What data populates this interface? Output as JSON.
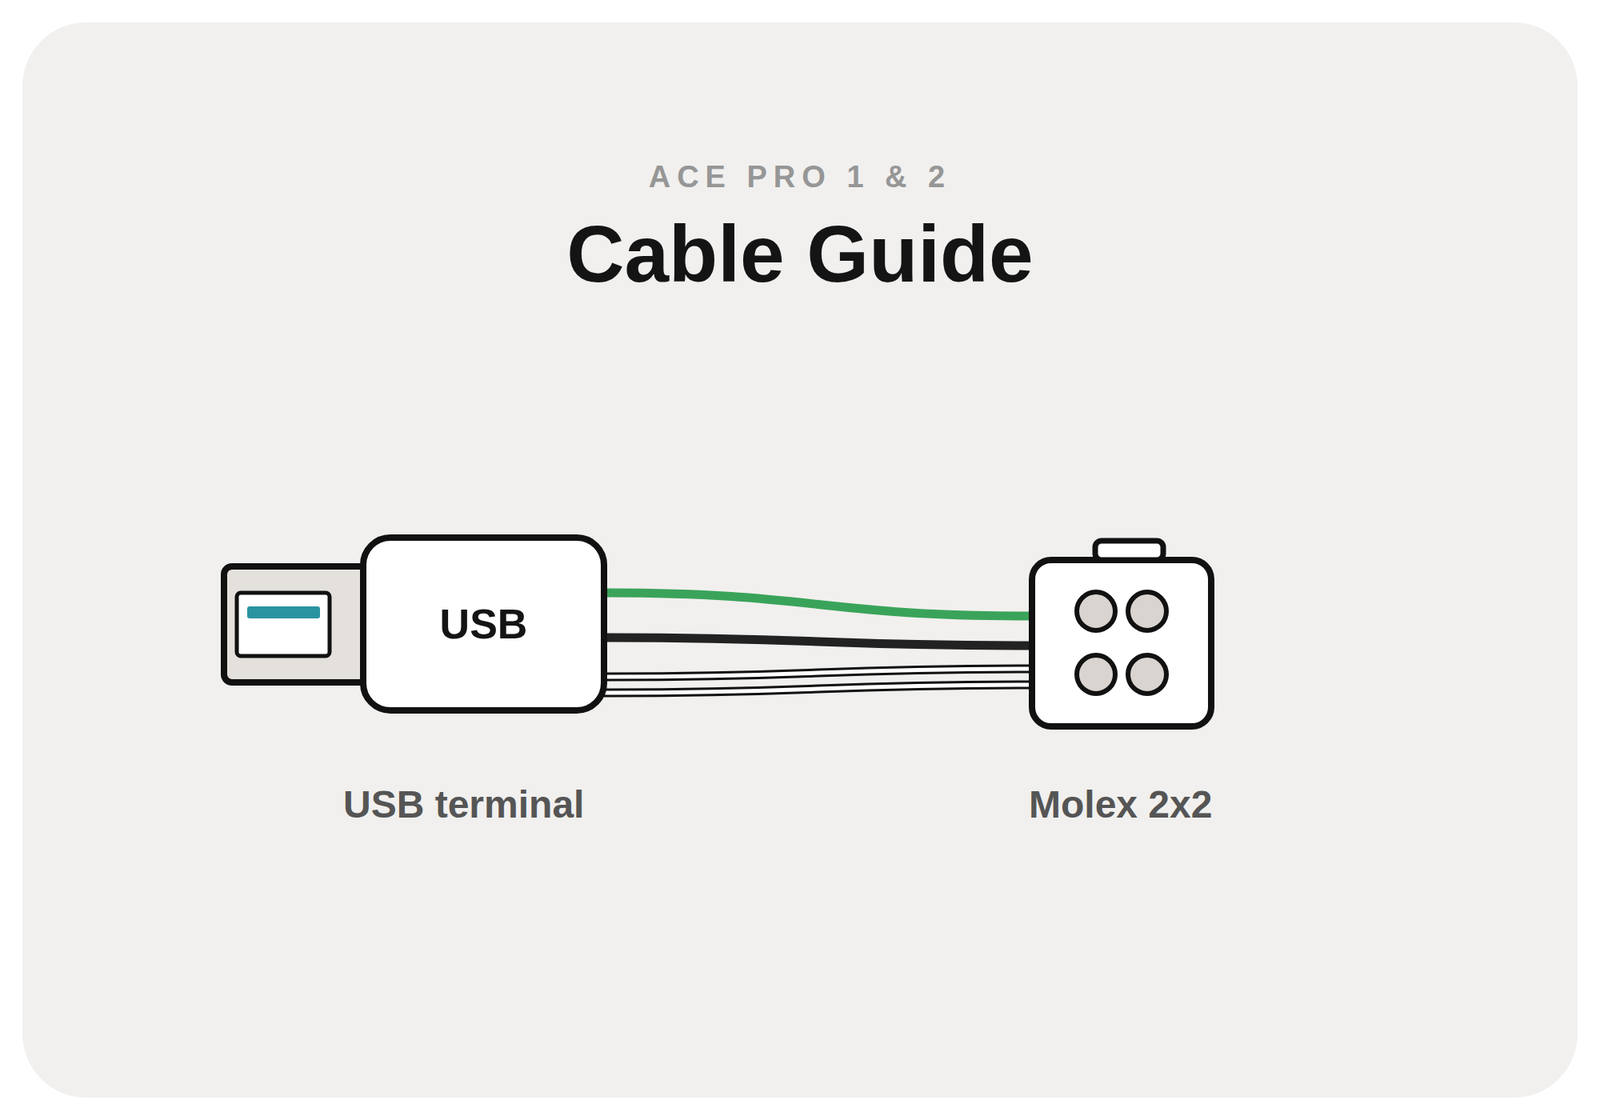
{
  "diagram": {
    "title": "Cable Guide",
    "nodes": [
      {
        "text": [
          "USB",
          "USB terminal"
        ]
      },
      {
        "text": [
          "Molex 2x2"
        ]
      }
    ],
    "edges": [
      {
        "from": 0,
        "to": 1,
        "arrow": "none"
      },
      {
        "from": 0,
        "to": 1,
        "arrow": "none"
      },
      {
        "from": 0,
        "to": 1,
        "arrow": "none"
      },
      {
        "from": 0,
        "to": 1,
        "arrow": "none"
      }
    ],
    "labels": [
      "ACE PRO 1 & 2"
    ]
  }
}
